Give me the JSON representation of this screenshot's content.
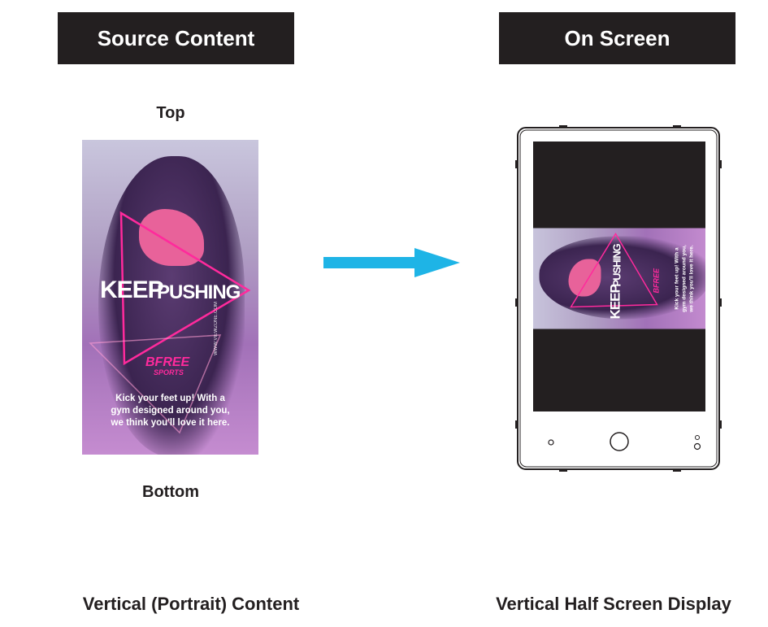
{
  "headers": {
    "source": "Source Content",
    "screen": "On Screen"
  },
  "orientation_labels": {
    "top": "Top",
    "bottom": "Bottom"
  },
  "poster": {
    "headline_keep": "KEEP",
    "headline_pushing": "PUSHING",
    "brand_line1": "BFREE",
    "brand_line2": "SPORTS",
    "tagline_line1": "Kick your feet up! With a",
    "tagline_line2": "gym designed around you,",
    "tagline_line3": "we think you'll love it here.",
    "website": "WWW.VIEWZONE.COM"
  },
  "footer": {
    "left": "Vertical (Portrait) Content",
    "right": "Vertical Half Screen Display"
  },
  "colors": {
    "title_bg": "#231f20",
    "arrow": "#1eb4e6",
    "accent_pink": "#ff2a9c",
    "screen_bg": "#231f20"
  }
}
